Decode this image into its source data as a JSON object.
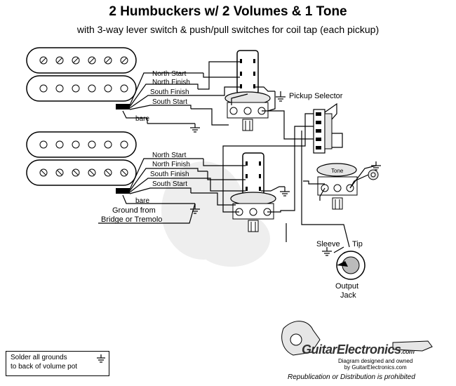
{
  "title": "2 Humbuckers w/ 2 Volumes & 1 Tone",
  "subtitle": "with 3-way lever switch & push/pull switches for coil tap (each pickup)",
  "wire_labels": {
    "north_start": "North Start",
    "north_finish": "North Finish",
    "south_finish": "South Finish",
    "south_start": "South Start",
    "bare": "bare"
  },
  "labels": {
    "pickup_selector": "Pickup Selector",
    "tone": "Tone",
    "ground_line1": "Ground from",
    "ground_line2": "Bridge or Tremolo",
    "sleeve": "Sleeve",
    "tip": "Tip",
    "jack_line1": "Output",
    "jack_line2": "Jack"
  },
  "note": {
    "line1": "Solder all grounds",
    "line2": "to back of volume pot"
  },
  "branding": {
    "logo": "GuitarElectronics",
    "logo_suffix": ".com",
    "designed_line1": "Diagram designed and owned",
    "designed_line2": "by GuitarElectronics.com",
    "rights": "Republication or Distribution is prohibited"
  },
  "colors": {
    "wire": "#000000",
    "pot_fill": "#e6e6e6",
    "watermark": "#cfcfcf"
  }
}
